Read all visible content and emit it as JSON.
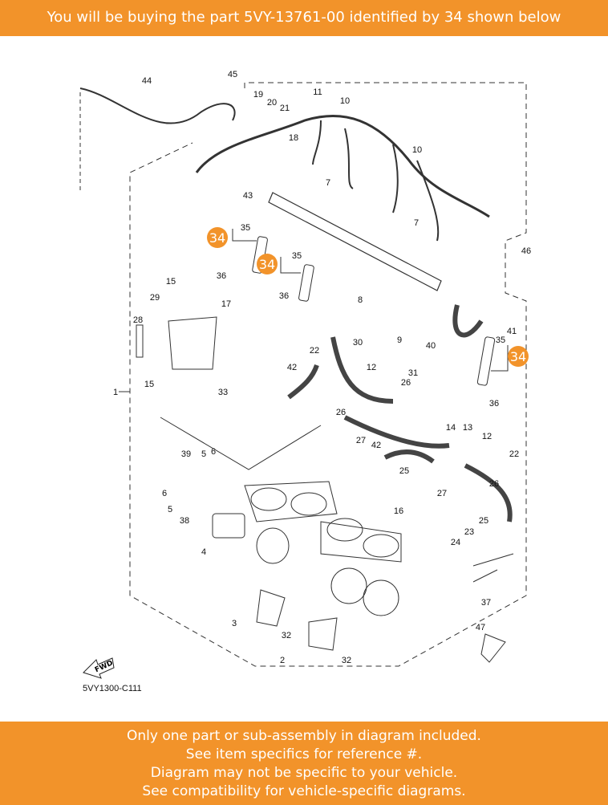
{
  "header": {
    "text": "You will be buying the part 5VY-13761-00 identified by 34 shown below"
  },
  "diagram": {
    "code": "5VY1300-C111",
    "fwd_label": "FWD",
    "highlight_color": "#F2932A",
    "highlighted_label": "34",
    "labels": [
      "44",
      "45",
      "11",
      "10",
      "19",
      "20",
      "21",
      "18",
      "10",
      "7",
      "43",
      "35",
      "7",
      "35",
      "46",
      "36",
      "36",
      "15",
      "17",
      "29",
      "8",
      "28",
      "9",
      "41",
      "40",
      "35",
      "30",
      "22",
      "42",
      "12",
      "31",
      "26",
      "15",
      "33",
      "1",
      "36",
      "26",
      "14",
      "13",
      "27",
      "42",
      "12",
      "22",
      "39",
      "5",
      "6",
      "25",
      "26",
      "27",
      "6",
      "5",
      "38",
      "16",
      "23",
      "25",
      "24",
      "4",
      "37",
      "3",
      "32",
      "47",
      "2",
      "32"
    ]
  },
  "footer": {
    "lines": [
      "Only one part or sub-assembly in diagram included.",
      "See item specifics for reference #.",
      "Diagram may not be specific to your vehicle.",
      "See compatibility for vehicle-specific diagrams."
    ]
  }
}
